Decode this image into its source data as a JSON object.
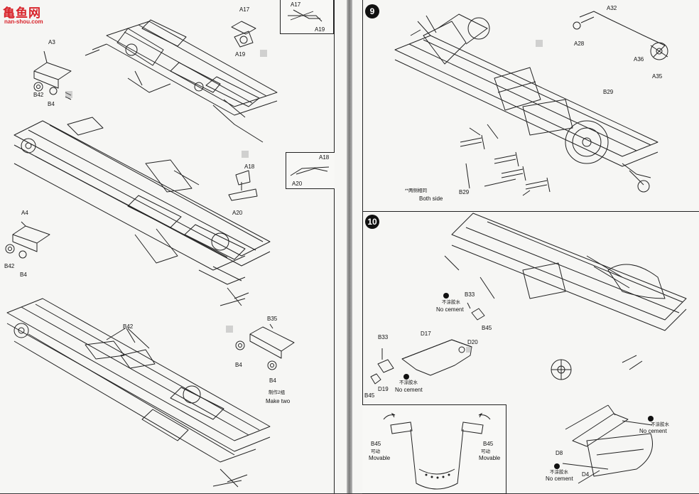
{
  "watermark": {
    "title": "亀鱼网",
    "url": "nan-shou.com",
    "color": "#d8232a"
  },
  "left_page": {
    "callout_top": [
      "A17",
      "A19"
    ],
    "callout_mid": [
      "A18",
      "A20"
    ],
    "parts_a17": [
      "A17",
      "A19"
    ],
    "parts_a18": [
      "A18",
      "A20"
    ],
    "group_a3": [
      "A3",
      "B42",
      "B4"
    ],
    "group_a4": [
      "A4",
      "B42",
      "B4"
    ],
    "label_b42_frame": "B42",
    "group_b35": [
      "B35",
      "B4"
    ],
    "make_two_cn": "制作2组",
    "make_two_en": "Make two"
  },
  "step9": {
    "number": "9",
    "labels": [
      "A32",
      "A28",
      "A36",
      "A35",
      "B29",
      "B29"
    ],
    "both_side_cn": "**两侧相同",
    "both_side_en": "Both side"
  },
  "step10": {
    "number": "10",
    "labels": [
      "B33",
      "B45",
      "D17",
      "D20",
      "B33",
      "D19",
      "B45"
    ],
    "no_cement_cn": "不涂胶水",
    "no_cement_en": "No cement",
    "inset_left": [
      "B45",
      "B45"
    ],
    "movable_cn": "可动",
    "movable_en": "Movable",
    "inset_right_labels": [
      "D8",
      "D4"
    ]
  }
}
